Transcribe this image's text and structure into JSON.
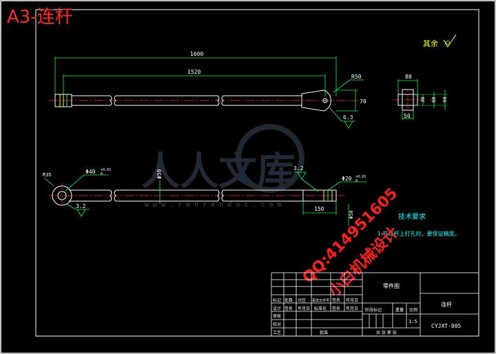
{
  "title": "A3-连杆",
  "surface_note": "其余",
  "dimensions": {
    "total_length": "1600",
    "rod_length": "1520",
    "end_radius": "R50",
    "end_height": "70",
    "roughness_top": "6.3",
    "side_width_top": "80",
    "side_width_bottom": "50",
    "side_h1": "30",
    "side_h2": "60",
    "side_h3": "90",
    "left_radius": "R35",
    "dia_left": "Φ40",
    "tol_left_upper": "+0.03",
    "tol_left_lower": "0",
    "dia_main": "Φ50",
    "roughness_mid": "3.2",
    "roughness_left": "3.2",
    "dia_right": "Φ20",
    "tol_right_upper": "+0.03",
    "tol_right_lower": "0",
    "right_length": "150",
    "right_dia": "Φ50"
  },
  "tech_req": {
    "heading": "技术要求",
    "item": "1.在连杆上打孔时，要保证精度。"
  },
  "watermark": {
    "cn": "人人文库",
    "url": "w w w . r e n r e n d o c . c o m",
    "qq": "QQ:414951605",
    "shop": "小白机械设计"
  },
  "title_block": {
    "drawing_type": "零件图",
    "part_name": "连杆",
    "drawing_no": "CYJXT-005",
    "stage_label": "阶段标记",
    "weight_label": "重量",
    "scale_label": "比例",
    "scale": "1:5",
    "sheet_info": "共 张 第 张",
    "rev_headers": [
      "标记",
      "处数",
      "分区",
      "更改文件号",
      "签名",
      "年月日"
    ],
    "role_headers": [
      "设计",
      "签名",
      "年月日",
      "标准化",
      "签名",
      "年月日"
    ],
    "review": "审核",
    "check": "校对",
    "process": "工艺",
    "approve": "批准"
  }
}
